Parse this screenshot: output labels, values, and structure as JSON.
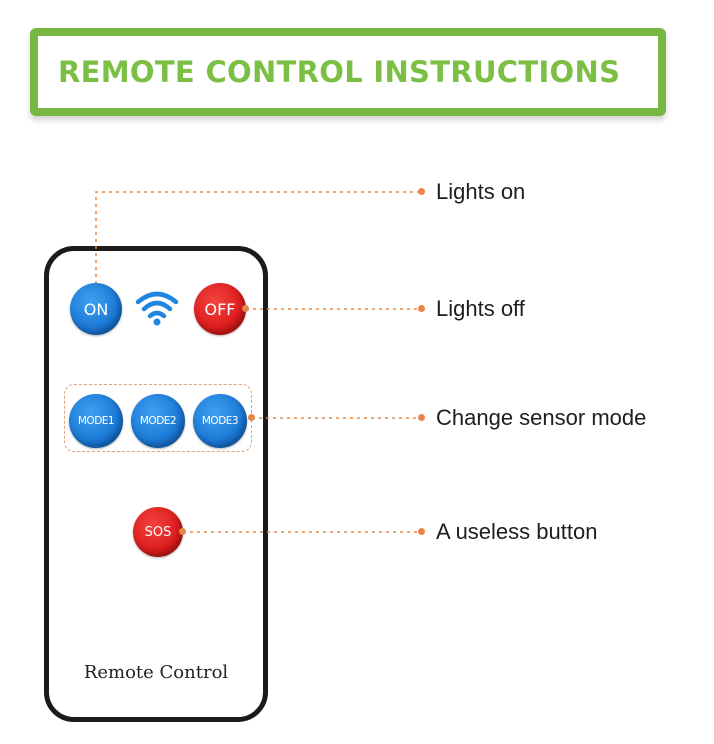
{
  "banner": {
    "title": "REMOTE CONTROL INSTRUCTIONS"
  },
  "remote": {
    "label": "Remote Control",
    "buttons": {
      "on": "ON",
      "off": "OFF",
      "mode1": "MODE1",
      "mode2": "MODE2",
      "mode3": "MODE3",
      "sos": "SOS"
    }
  },
  "callouts": {
    "lights_on": "Lights on",
    "lights_off": "Lights off",
    "change_mode": "Change sensor mode",
    "useless": "A useless button"
  },
  "colors": {
    "accent_green": "#7bbf45",
    "button_blue": "#1a78d6",
    "button_red": "#dc1c1c",
    "leader": "#e8864a"
  }
}
